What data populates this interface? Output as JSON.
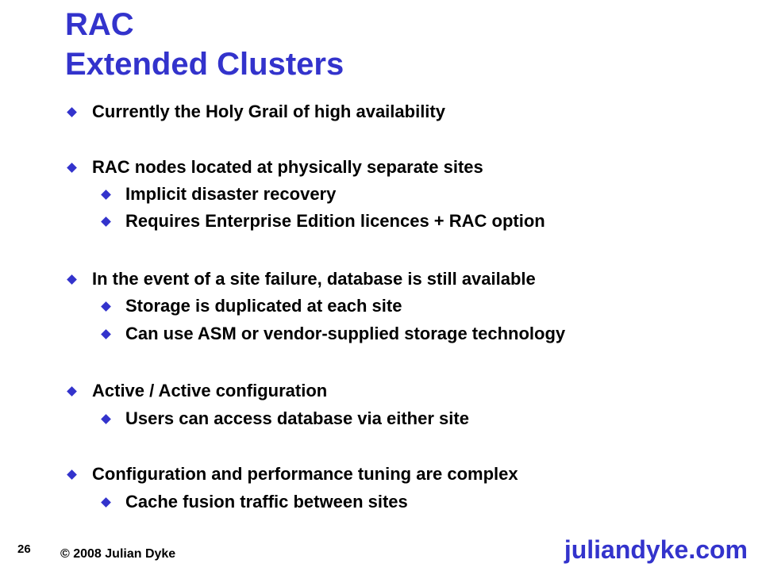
{
  "slide": {
    "title_line1": "RAC",
    "title_line2": "Extended Clusters",
    "accent_color": "#3333cc",
    "bullet_icon": "blue-diamond-icon",
    "bullets": [
      {
        "level": 1,
        "text": "Currently the Holy Grail of high availability"
      },
      {
        "level": 1,
        "text": "RAC nodes located at physically separate sites"
      },
      {
        "level": 2,
        "text": "Implicit disaster recovery"
      },
      {
        "level": 2,
        "text": "Requires Enterprise Edition licences + RAC option"
      },
      {
        "level": 1,
        "text": "In the event of a site failure, database is still available"
      },
      {
        "level": 2,
        "text": "Storage is duplicated at each site"
      },
      {
        "level": 2,
        "text": "Can use ASM or vendor-supplied storage technology"
      },
      {
        "level": 1,
        "text": "Active / Active configuration"
      },
      {
        "level": 2,
        "text": "Users can access database via either site"
      },
      {
        "level": 1,
        "text": "Configuration and performance tuning are complex"
      },
      {
        "level": 2,
        "text": "Cache fusion traffic between sites"
      }
    ]
  },
  "footer": {
    "page_number": "26",
    "copyright": "© 2008 Julian Dyke",
    "logo_text": "juliandyke.com"
  }
}
